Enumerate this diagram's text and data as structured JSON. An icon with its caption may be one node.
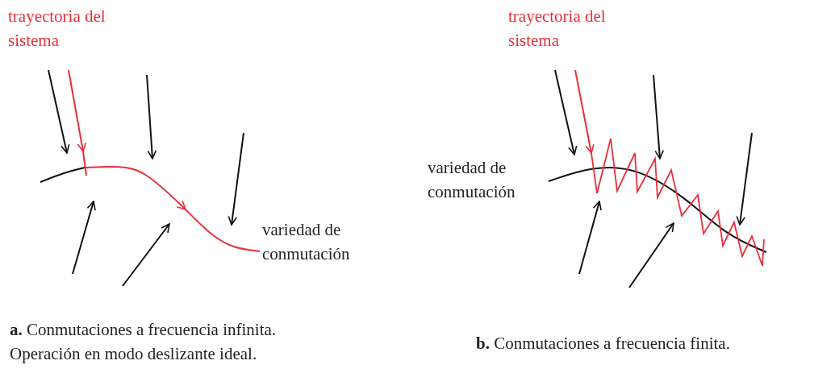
{
  "diagram": {
    "labels": [
      "trayectoria del sistema",
      "trayectoria del sistema",
      "variedad de conmutación",
      "variedad de conmutación",
      "**a.** Conmutaciones a frecuencia infinita. Operación en modo deslizante ideal.",
      "**b.** Conmutaciones a frecuencia finita."
    ]
  }
}
